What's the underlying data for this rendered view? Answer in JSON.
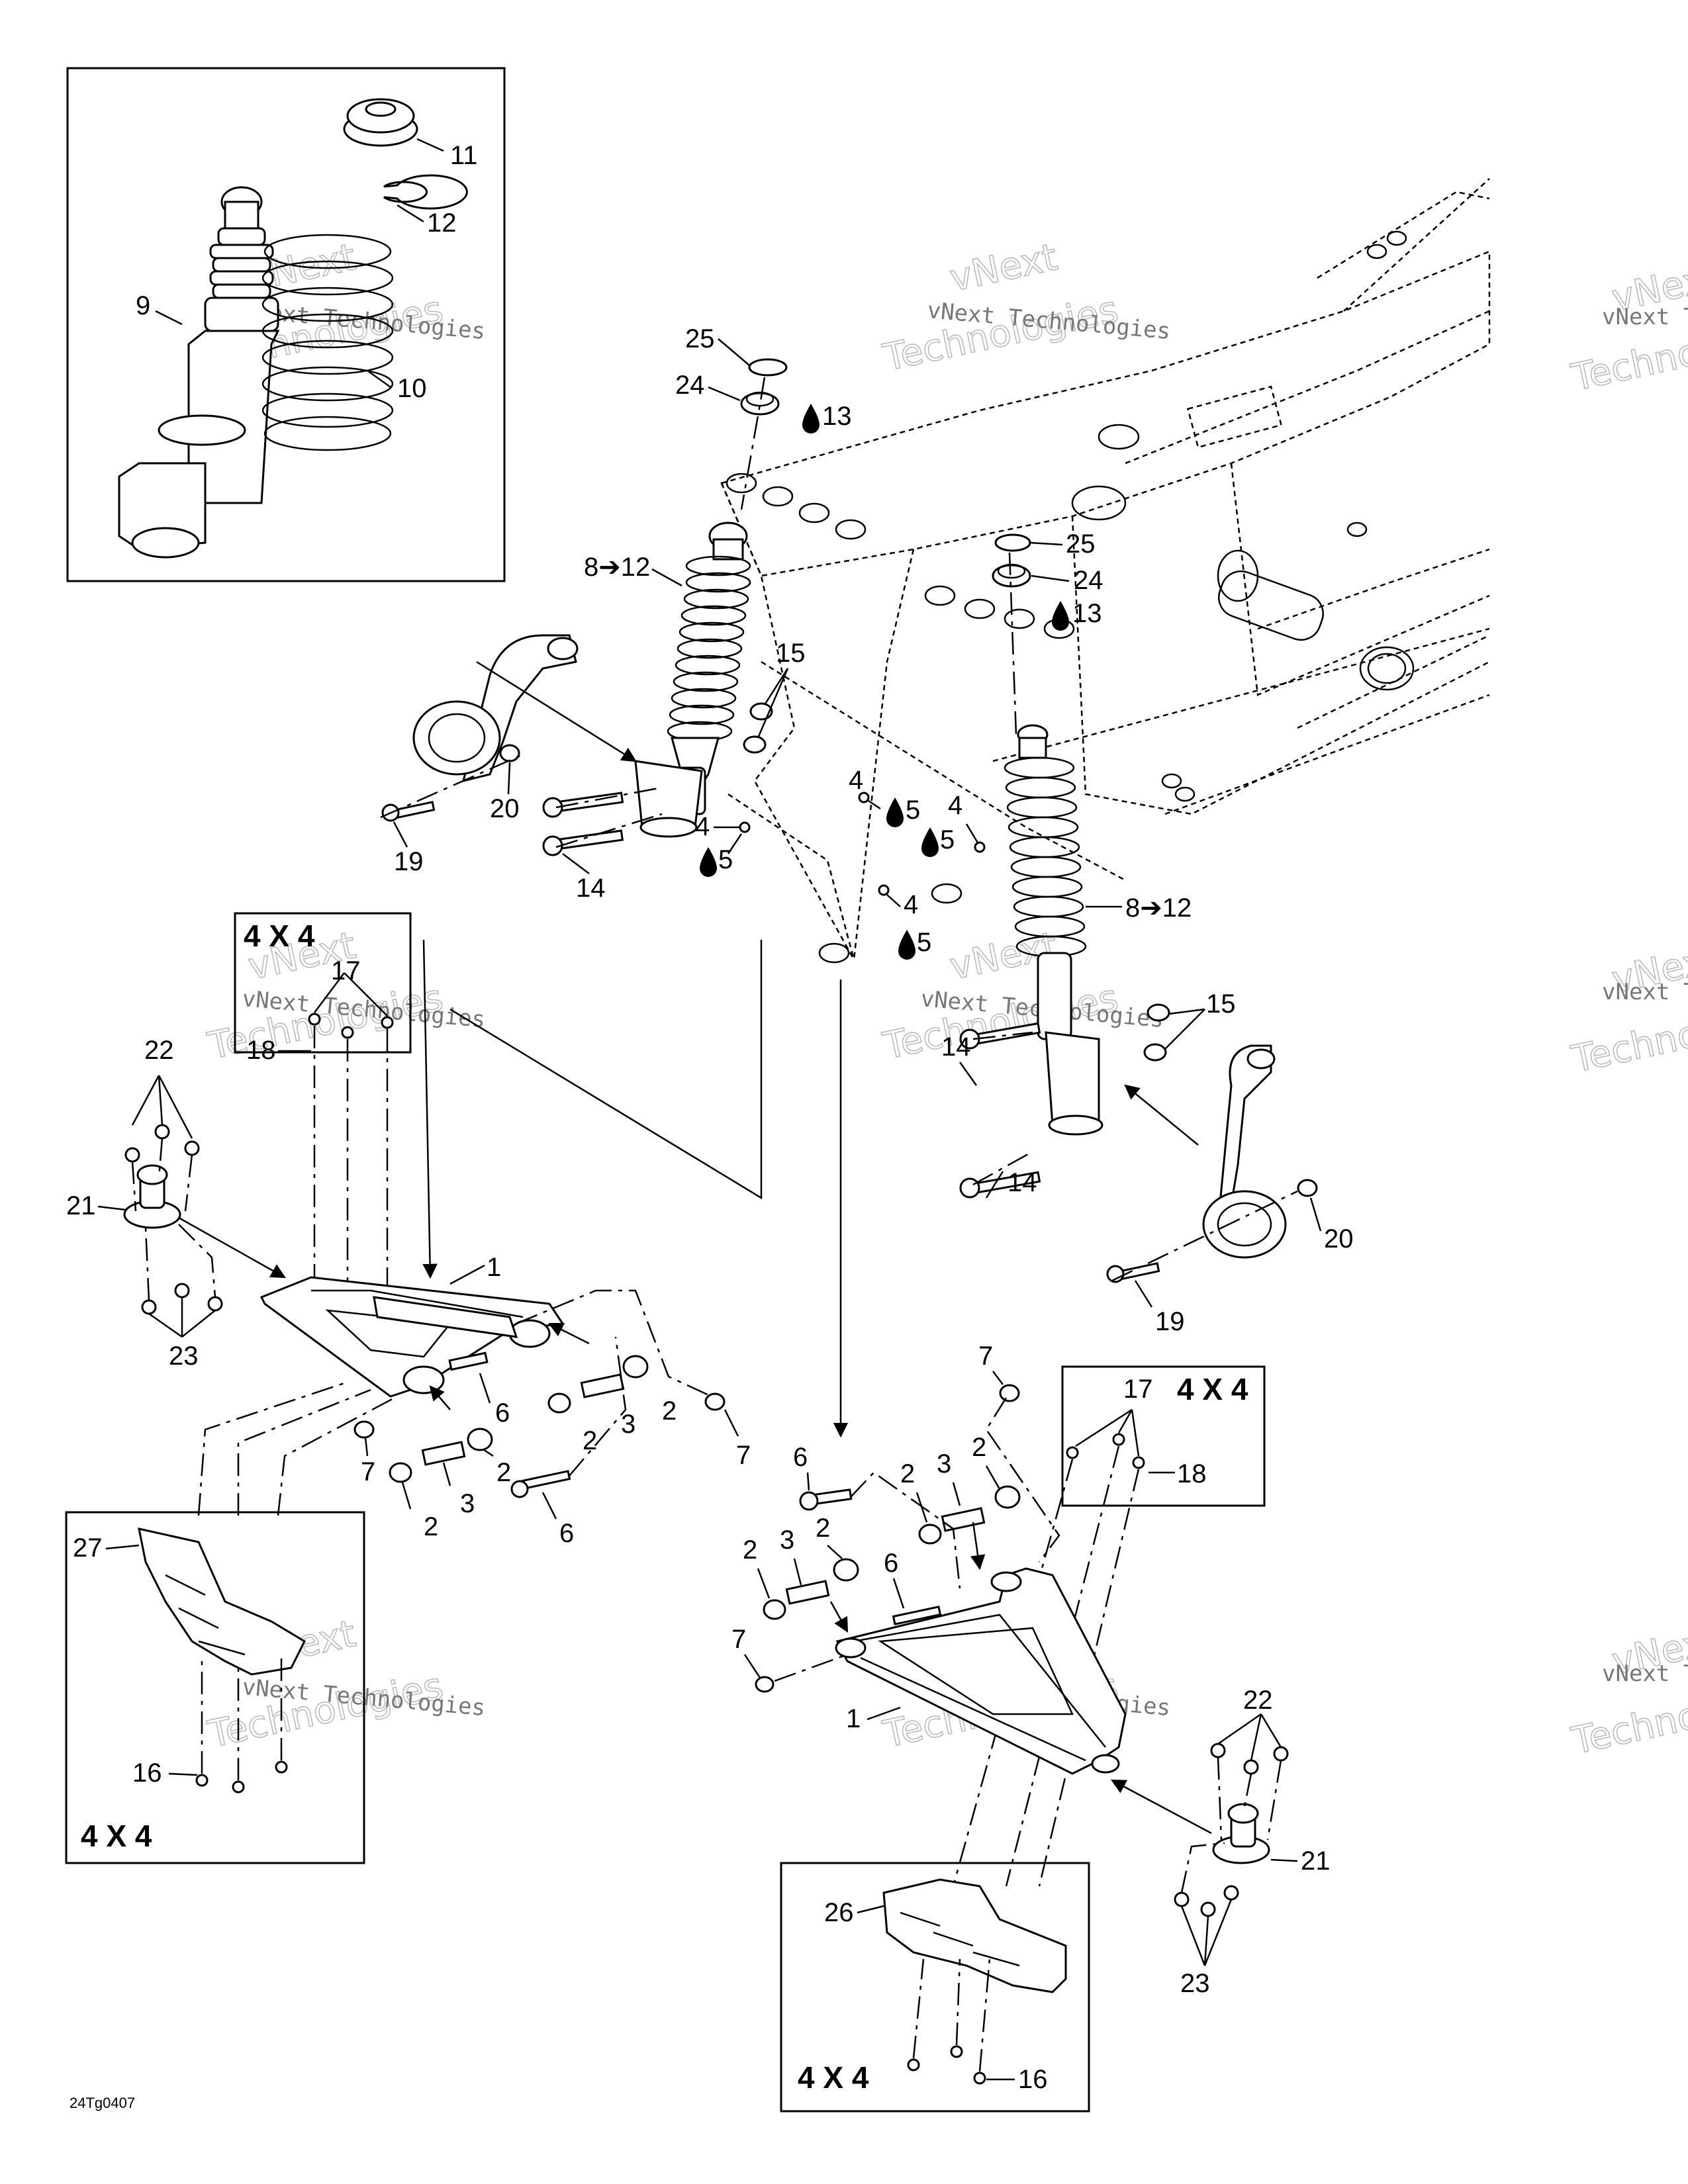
{
  "drawing_code": "24Tg0407",
  "watermark": {
    "line1": "vNext",
    "line2": "Technologies",
    "line3": "vNext Technologies"
  },
  "variant_tag": "4 X 4",
  "callouts": {
    "c1": "1",
    "c2": "2",
    "c3": "3",
    "c4": "4",
    "c5": "5",
    "c6": "6",
    "c7": "7",
    "c8_12": "8➔12",
    "c9": "9",
    "c10": "10",
    "c11": "11",
    "c12": "12",
    "c13": "13",
    "c14": "14",
    "c15": "15",
    "c16": "16",
    "c17": "17",
    "c18": "18",
    "c19": "19",
    "c20": "20",
    "c21": "21",
    "c22": "22",
    "c23": "23",
    "c24": "24",
    "c25": "25",
    "c26": "26",
    "c27": "27"
  },
  "icons": {
    "grease": "grease-drop-icon",
    "arrow": "arrow-right-icon"
  }
}
